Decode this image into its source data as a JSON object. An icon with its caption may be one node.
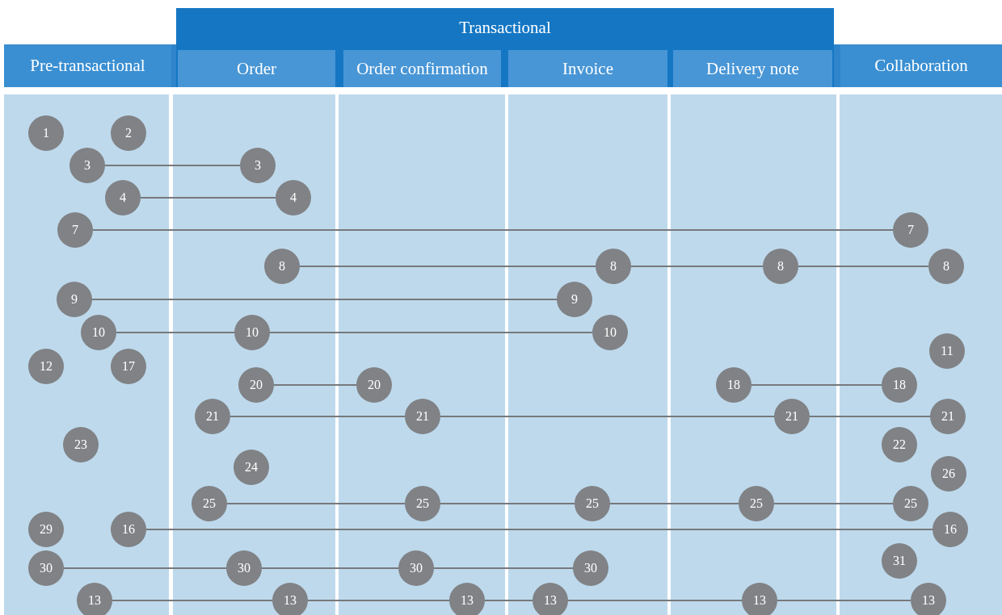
{
  "diagram": {
    "nodes": [
      {
        "text": [
          "Transactional"
        ]
      },
      {
        "text": [
          "Pre-transactional"
        ]
      },
      {
        "text": [
          "Order"
        ],
        "in": 0
      },
      {
        "text": [
          "Order confirmation"
        ],
        "in": 0
      },
      {
        "text": [
          "Invoice"
        ],
        "in": 0
      },
      {
        "text": [
          "Delivery note"
        ],
        "in": 0
      },
      {
        "text": [
          "Collaboration"
        ]
      },
      {
        "text": [
          "1"
        ]
      },
      {
        "text": [
          "2"
        ]
      },
      {
        "text": [
          "3"
        ]
      },
      {
        "text": [
          "3"
        ]
      },
      {
        "text": [
          "4"
        ]
      },
      {
        "text": [
          "4"
        ]
      },
      {
        "text": [
          "7"
        ]
      },
      {
        "text": [
          "7"
        ]
      },
      {
        "text": [
          "8"
        ]
      },
      {
        "text": [
          "8"
        ]
      },
      {
        "text": [
          "8"
        ]
      },
      {
        "text": [
          "8"
        ]
      },
      {
        "text": [
          "9"
        ]
      },
      {
        "text": [
          "9"
        ]
      },
      {
        "text": [
          "10"
        ]
      },
      {
        "text": [
          "10"
        ]
      },
      {
        "text": [
          "10"
        ]
      },
      {
        "text": [
          "11"
        ]
      },
      {
        "text": [
          "12"
        ]
      },
      {
        "text": [
          "17"
        ]
      },
      {
        "text": [
          "20"
        ]
      },
      {
        "text": [
          "20"
        ]
      },
      {
        "text": [
          "18"
        ]
      },
      {
        "text": [
          "18"
        ]
      },
      {
        "text": [
          "21"
        ]
      },
      {
        "text": [
          "21"
        ]
      },
      {
        "text": [
          "21"
        ]
      },
      {
        "text": [
          "21"
        ]
      },
      {
        "text": [
          "23"
        ]
      },
      {
        "text": [
          "22"
        ]
      },
      {
        "text": [
          "24"
        ]
      },
      {
        "text": [
          "26"
        ]
      },
      {
        "text": [
          "25"
        ]
      },
      {
        "text": [
          "25"
        ]
      },
      {
        "text": [
          "25"
        ]
      },
      {
        "text": [
          "25"
        ]
      },
      {
        "text": [
          "25"
        ]
      },
      {
        "text": [
          "29"
        ]
      },
      {
        "text": [
          "16"
        ]
      },
      {
        "text": [
          "16"
        ]
      },
      {
        "text": [
          "31"
        ]
      },
      {
        "text": [
          "30"
        ]
      },
      {
        "text": [
          "30"
        ]
      },
      {
        "text": [
          "30"
        ]
      },
      {
        "text": [
          "30"
        ]
      },
      {
        "text": [
          "13"
        ]
      },
      {
        "text": [
          "13"
        ]
      },
      {
        "text": [
          "13"
        ]
      },
      {
        "text": [
          "13"
        ]
      },
      {
        "text": [
          "13"
        ]
      },
      {
        "text": [
          "13"
        ]
      }
    ],
    "edges": [
      {
        "from": 9,
        "to": 10,
        "arrow": "none"
      },
      {
        "from": 11,
        "to": 12,
        "arrow": "none"
      },
      {
        "from": 13,
        "to": 14,
        "arrow": "none"
      },
      {
        "from": 15,
        "to": 16,
        "arrow": "none"
      },
      {
        "from": 16,
        "to": 17,
        "arrow": "none"
      },
      {
        "from": 17,
        "to": 18,
        "arrow": "none"
      },
      {
        "from": 19,
        "to": 20,
        "arrow": "none"
      },
      {
        "from": 21,
        "to": 22,
        "arrow": "none"
      },
      {
        "from": 22,
        "to": 23,
        "arrow": "none"
      },
      {
        "from": 27,
        "to": 28,
        "arrow": "none"
      },
      {
        "from": 29,
        "to": 30,
        "arrow": "none"
      },
      {
        "from": 31,
        "to": 32,
        "arrow": "none"
      },
      {
        "from": 32,
        "to": 33,
        "arrow": "none"
      },
      {
        "from": 33,
        "to": 34,
        "arrow": "none"
      },
      {
        "from": 39,
        "to": 40,
        "arrow": "none"
      },
      {
        "from": 40,
        "to": 41,
        "arrow": "none"
      },
      {
        "from": 41,
        "to": 42,
        "arrow": "none"
      },
      {
        "from": 42,
        "to": 43,
        "arrow": "none"
      },
      {
        "from": 45,
        "to": 46,
        "arrow": "none"
      },
      {
        "from": 48,
        "to": 49,
        "arrow": "none"
      },
      {
        "from": 49,
        "to": 50,
        "arrow": "none"
      },
      {
        "from": 50,
        "to": 51,
        "arrow": "none"
      },
      {
        "from": 52,
        "to": 53,
        "arrow": "none"
      },
      {
        "from": 53,
        "to": 54,
        "arrow": "none"
      },
      {
        "from": 54,
        "to": 55,
        "arrow": "none"
      },
      {
        "from": 55,
        "to": 56,
        "arrow": "none"
      },
      {
        "from": 56,
        "to": 57,
        "arrow": "none"
      }
    ]
  }
}
